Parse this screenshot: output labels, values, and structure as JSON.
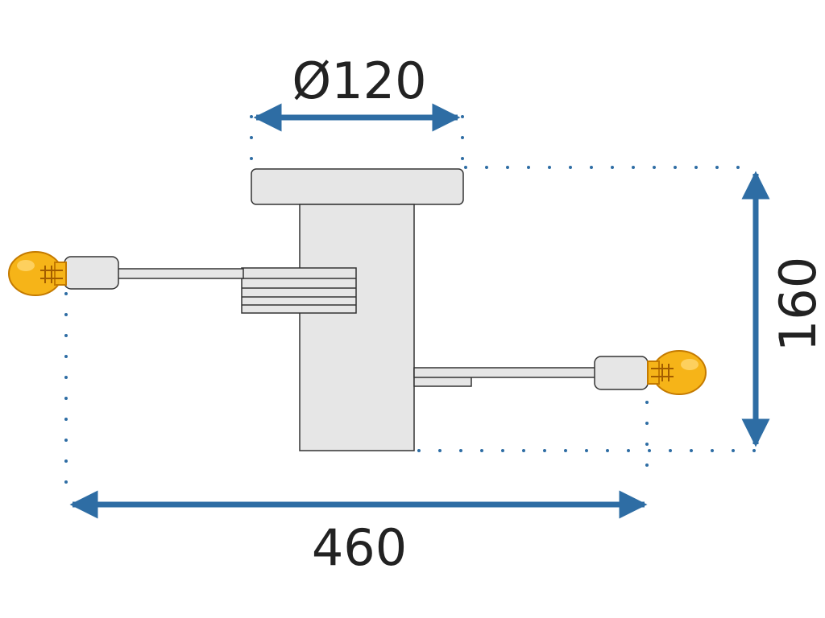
{
  "dimensions": {
    "diameter": "Ø120",
    "width": "460",
    "height": "160"
  },
  "colors": {
    "dimension_line": "#2e6da4",
    "outline": "#333333",
    "fixture_fill": "#e6e6e6",
    "bulb_fill": "#f6b418",
    "bulb_outline": "#c47a00",
    "text": "#222222"
  }
}
